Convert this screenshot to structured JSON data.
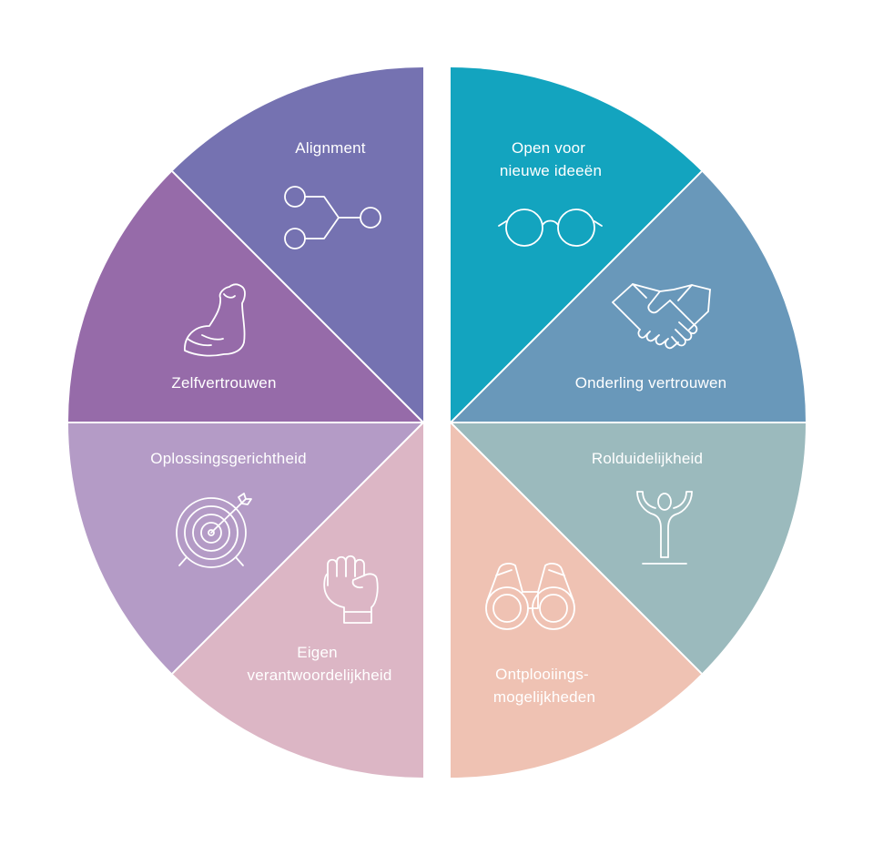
{
  "segments": [
    {
      "id": "alignment",
      "side": "left",
      "label_lines": [
        "Alignment"
      ],
      "color": "#7572b1",
      "icon": "branch-nodes-icon"
    },
    {
      "id": "zelfvertrouwen",
      "side": "left",
      "label_lines": [
        "Zelfvertrouwen"
      ],
      "color": "#966ba9",
      "icon": "flexed-arm-icon"
    },
    {
      "id": "oplossingsgerichtheid",
      "side": "left",
      "label_lines": [
        "Oplossingsgerichtheid"
      ],
      "color": "#b49bc6",
      "icon": "target-arrow-icon"
    },
    {
      "id": "eigen-verantwoordelijkheid",
      "side": "left",
      "label_lines": [
        "Eigen",
        "verantwoordelijkheid"
      ],
      "color": "#dcb6c5",
      "icon": "raised-fist-icon"
    },
    {
      "id": "ontplooiingsmogelijkheden",
      "side": "right",
      "label_lines": [
        "Ontplooiings-",
        "mogelijkheden"
      ],
      "color": "#efc2b3",
      "icon": "binoculars-icon"
    },
    {
      "id": "rolduidelijkheid",
      "side": "right",
      "label_lines": [
        "Rolduidelijkheid"
      ],
      "color": "#9bbabd",
      "icon": "arms-raised-person-icon"
    },
    {
      "id": "onderling-vertrouwen",
      "side": "right",
      "label_lines": [
        "Onderling vertrouwen"
      ],
      "color": "#6998ba",
      "icon": "handshake-icon"
    },
    {
      "id": "open-voor-nieuwe-ideeen",
      "side": "right",
      "label_lines": [
        "Open voor",
        "nieuwe ideeën"
      ],
      "color": "#13a4bf",
      "icon": "glasses-icon"
    }
  ]
}
